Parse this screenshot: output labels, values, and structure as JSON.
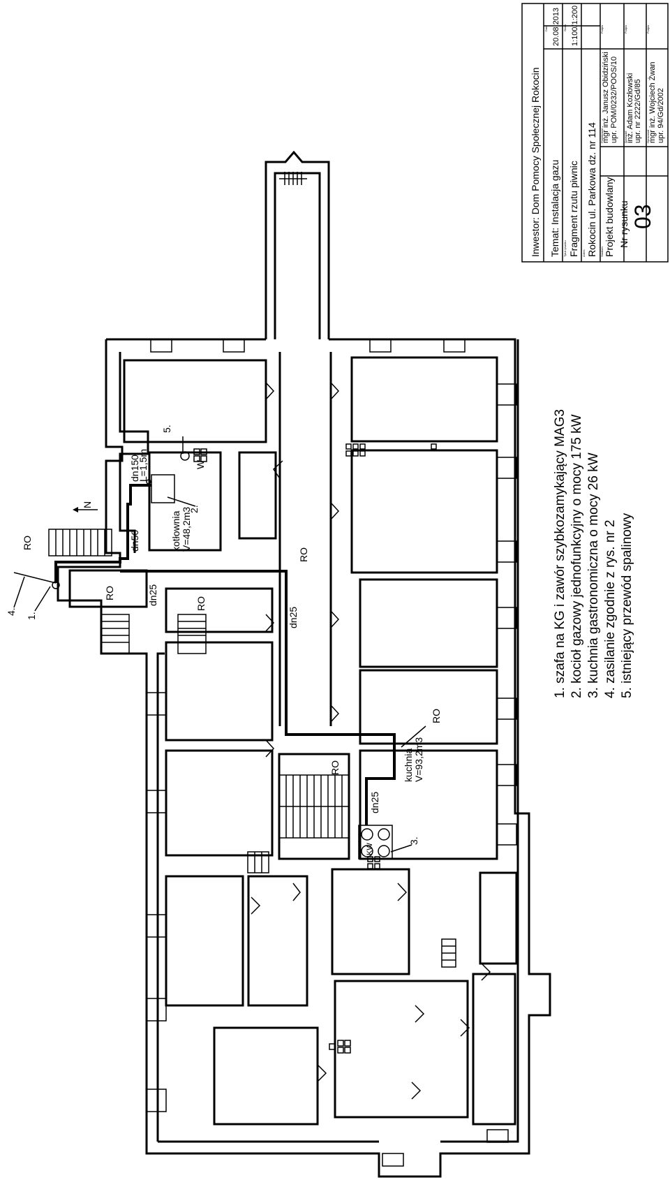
{
  "title_block": {
    "investor": "Inwestor: Dom Pomocy Społecznej Rokocin",
    "subject": "Temat: Instalacja gazu",
    "drawing_title": "Fragment rzutu piwnic",
    "address": "Rokocin ul. Parkowa dz. nr 114",
    "stage": "Projekt budowlany",
    "drawing_no_label": "Nr rysunku",
    "drawing_no": "03",
    "date": "20.08.2013",
    "scale": "1:100/1:200",
    "designer_name": "mgr inż. Janusz Obidziński",
    "designer_license": "upr. POM/0232/POOS/10",
    "checker_name": "inż. Adam Kozłowski",
    "checker_license": "upr. nr 2222/Gd/85",
    "reviewer_name": "mgr inż. Wojciech Żwan",
    "reviewer_license": "upr. 94/Gd/2002",
    "tiny_labels": [
      "Data",
      "Skala",
      "Tytuł rysunku",
      "Adres",
      "Stadium",
      "Projektował",
      "Podpis",
      "Sprawdził",
      "Podpis",
      "Opracował",
      "Podpis"
    ]
  },
  "legend": [
    "1. szafa na KG i zawór szybkozamykający MAG3",
    "2. kocioł gazowy jednofunkcyjny o mocy 175 kW",
    "3. kuchnia gastronomiczna o mocy 26 kW",
    "4. zasilanie zgodnie z rys. nr 2",
    "5. istniejący przewód spalinowy"
  ],
  "labels": {
    "boiler_room": "kotłownia",
    "boiler_room_volume": "V=48,2m3",
    "kitchen": "kuchnia",
    "kitchen_volume": "V=93,2m3",
    "pipe_dn150": "dn150",
    "pipe_length": "L=1,5m",
    "pipe_dn50": "dn50",
    "pipe_dn25_a": "dn25",
    "pipe_dn25_b": "dn25",
    "pipe_dn25_c": "dn25",
    "ro_1": "RO",
    "ro_2": "RO",
    "ro_3": "RO",
    "ro_4": "RO",
    "ro_5": "RO",
    "ro_6": "RO",
    "marker_1": "1.",
    "marker_2": "2.",
    "marker_3": "3.",
    "marker_4": "4.",
    "marker_5": "5.",
    "north": "N",
    "vent_w": "W",
    "vent_kw": "KW"
  }
}
